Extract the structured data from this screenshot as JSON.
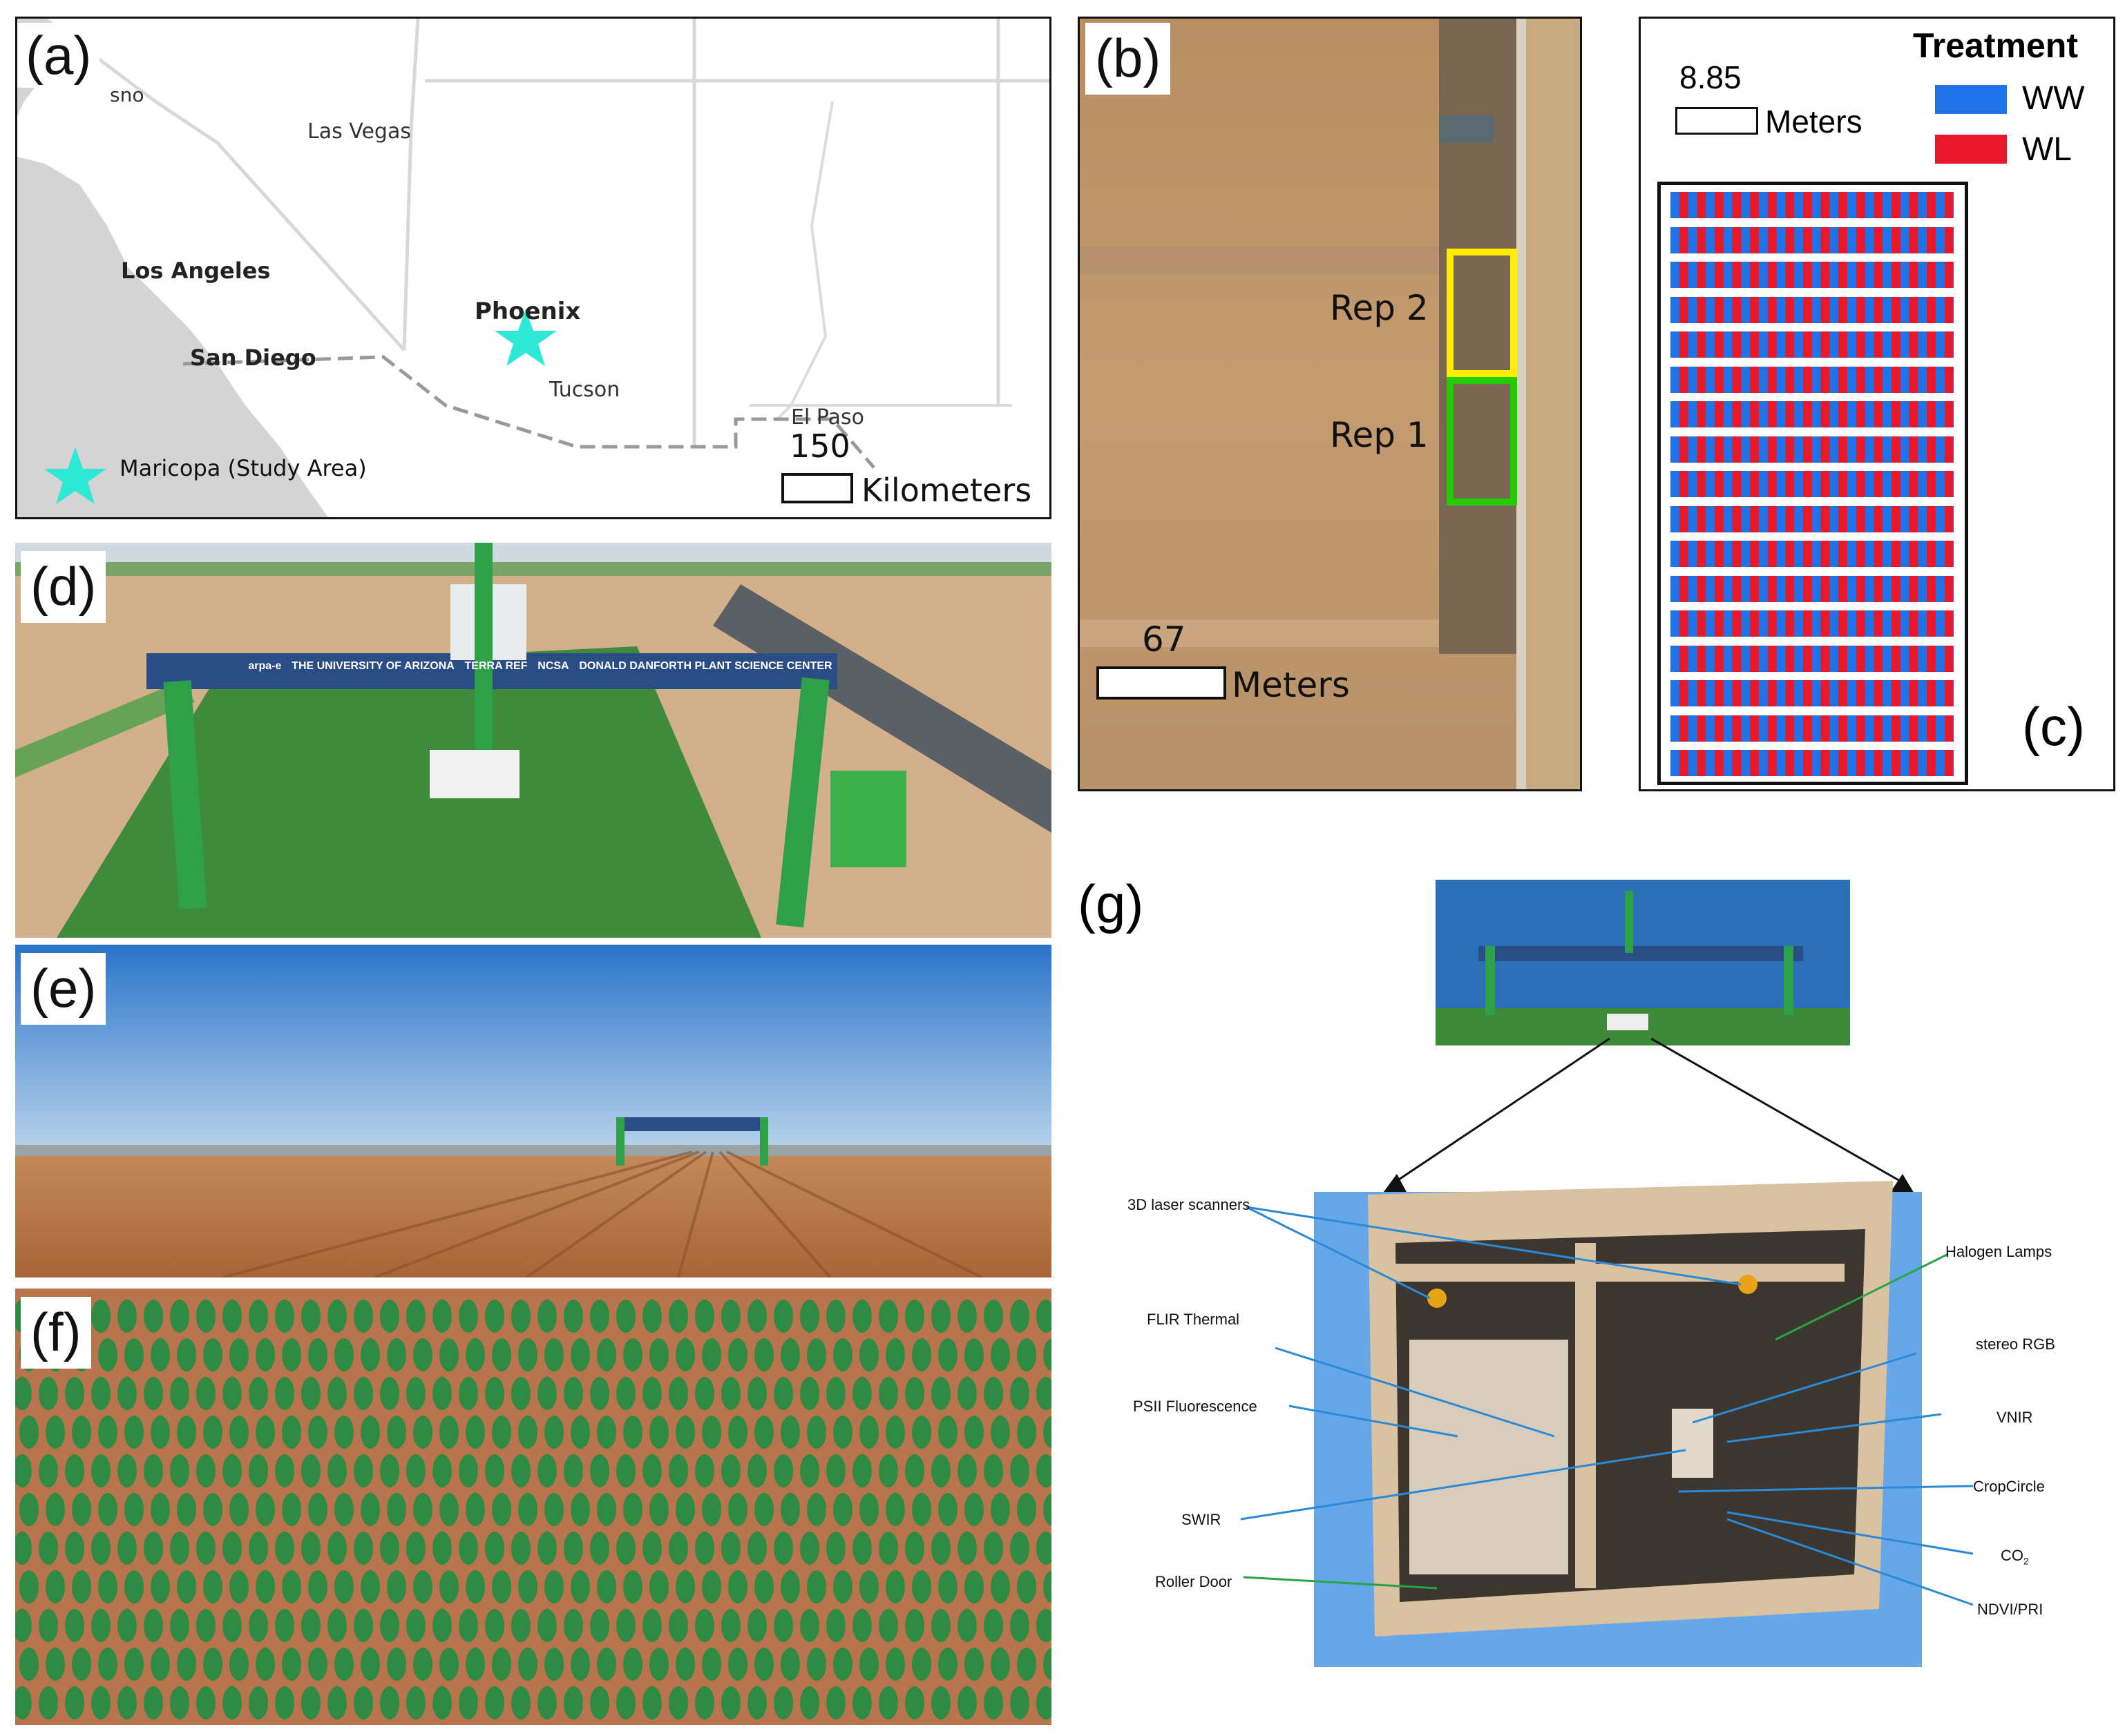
{
  "panels": {
    "a": {
      "label": "(a)",
      "cities": {
        "sno": "sno",
        "las_vegas": "Las Vegas",
        "los_angeles": "Los Angeles",
        "san_diego": "San Diego",
        "phoenix": "Phoenix",
        "tucson": "Tucson",
        "el_paso": "El Paso"
      },
      "legend_study_area": "Maricopa (Study Area)",
      "scale_value": "150",
      "scale_unit": "Kilometers",
      "colors": {
        "star": "#2ee8d6",
        "land": "#d6d6d6"
      }
    },
    "b": {
      "label": "(b)",
      "rep2": "Rep 2",
      "rep1": "Rep 1",
      "scale_value": "67",
      "scale_unit": "Meters",
      "colors": {
        "rep2": "#ffee00",
        "rep1": "#22cc00"
      }
    },
    "c": {
      "label": "(c)",
      "legend_title": "Treatment",
      "legend_items": [
        "WW",
        "WL"
      ],
      "scale_value": "8.85",
      "scale_unit": "Meters",
      "plot_row_count": 17,
      "colors": {
        "WW": "#1e73e8",
        "WL": "#e8182a"
      }
    },
    "d": {
      "label": "(d)",
      "gantry_signs": [
        "arpa-e",
        "THE UNIVERSITY OF ARIZONA",
        "TERRA REF",
        "NCSA",
        "DONALD DANFORTH PLANT SCIENCE CENTER"
      ]
    },
    "e": {
      "label": "(e)"
    },
    "f": {
      "label": "(f)"
    },
    "g": {
      "label": "(g)",
      "sensors_left": [
        "3D laser scanners",
        "FLIR Thermal",
        "PSII Fluorescence",
        "SWIR",
        "Roller Door"
      ],
      "sensors_right": [
        "Halogen Lamps",
        "stereo RGB",
        "VNIR",
        "CropCircle",
        "CO",
        "NDVI/PRI"
      ],
      "co2_subscript": "2"
    }
  }
}
